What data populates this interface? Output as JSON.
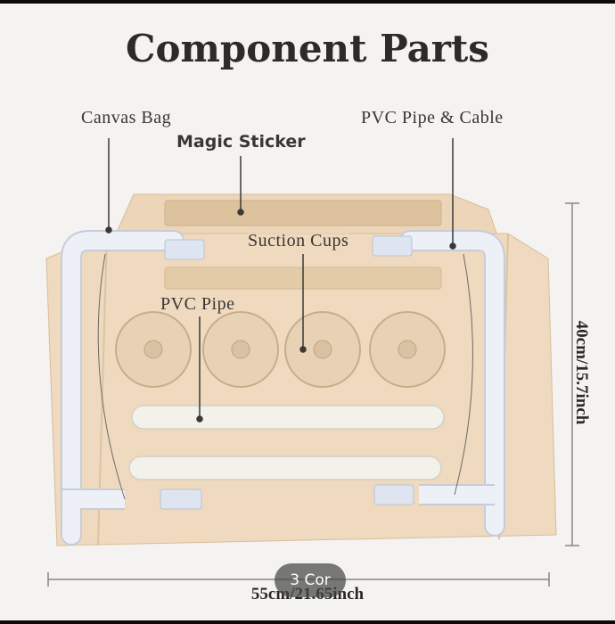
{
  "title": "Component Parts",
  "labels": {
    "canvas_bag": "Canvas Bag",
    "magic_sticker": "Magic Sticker",
    "pvc_pipe_cable": "PVC Pipe & Cable",
    "suction_cups": "Suction Cups",
    "pvc_pipe": "PVC Pipe"
  },
  "dimensions": {
    "height": "40cm/15.7inch",
    "width": "55cm/21.65inch"
  },
  "badge": "3 Cor",
  "colors": {
    "canvas": "#efd9bf",
    "canvas_shadow": "#e2c6a4",
    "sticker": "#d9bf98",
    "pipe": "#e9ecf3",
    "pipe_edge": "#c6ccd8",
    "background": "#f4f3f1",
    "text": "#2e2a26"
  }
}
